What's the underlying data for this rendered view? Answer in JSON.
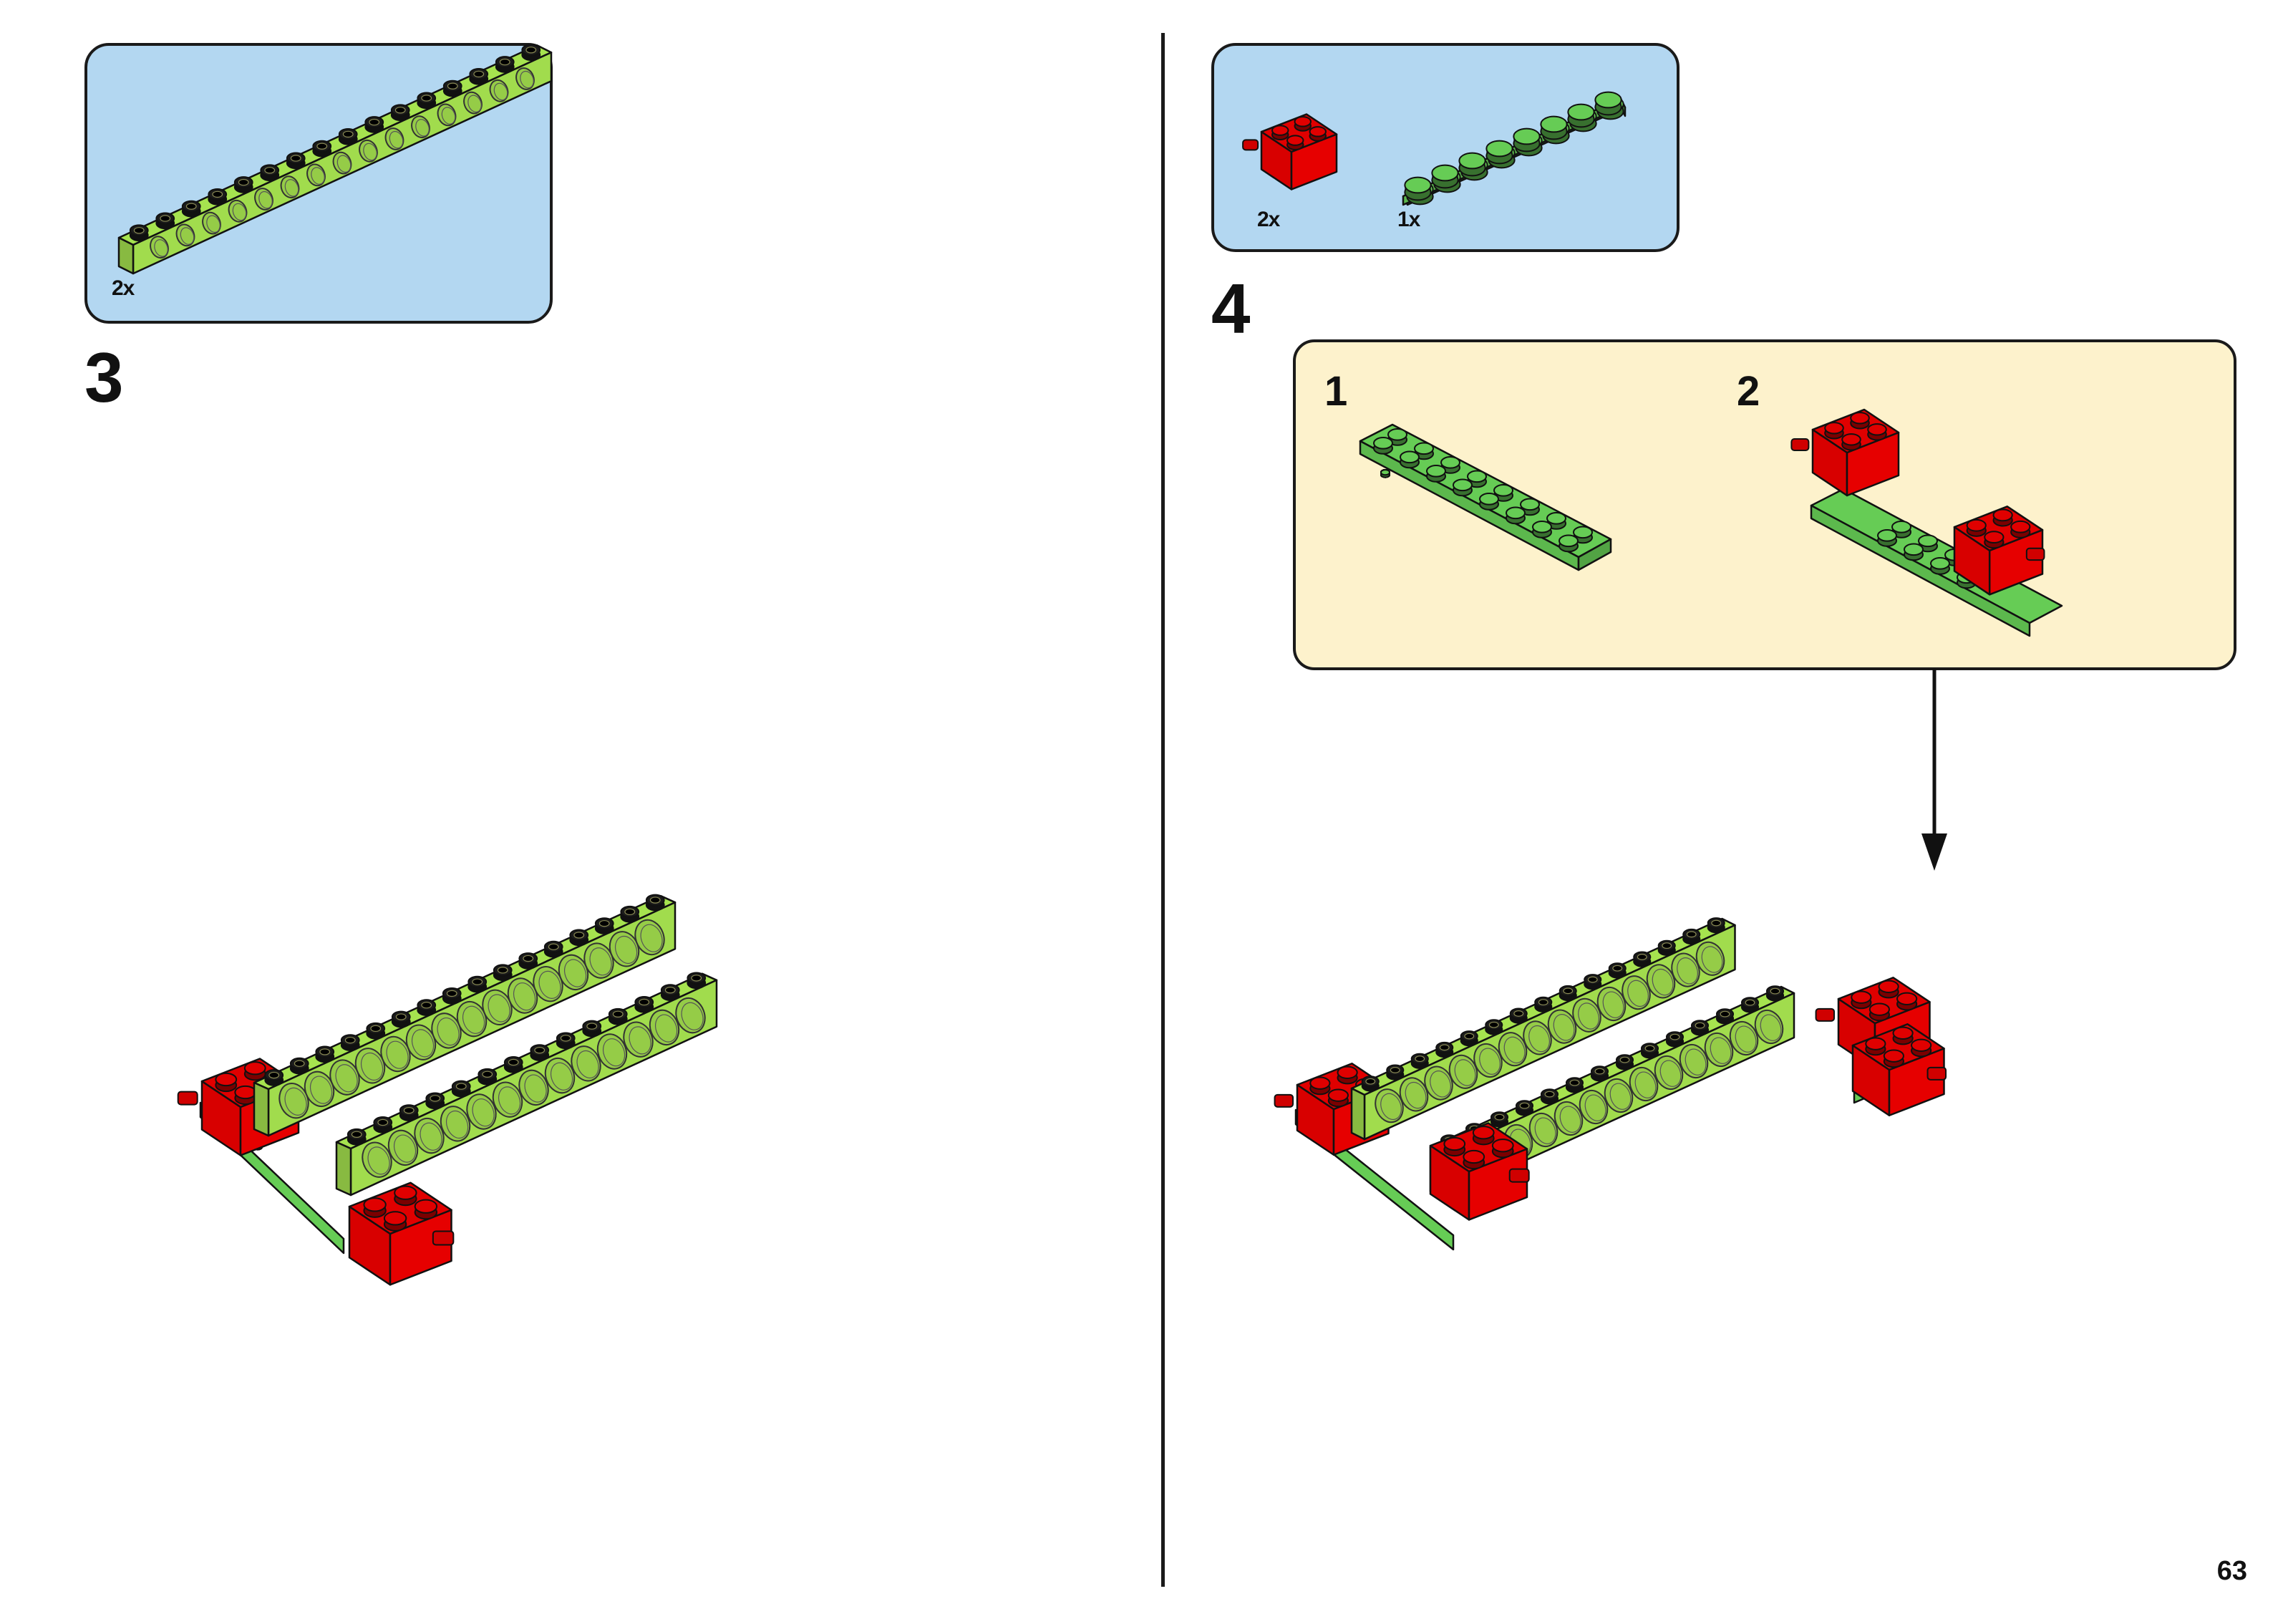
{
  "page": {
    "page_number": "63"
  },
  "steps": [
    {
      "number": "3",
      "parts": [
        {
          "name": "lime-technic-brick-1x16",
          "quantity": "2x",
          "color": "#a6e34f"
        }
      ]
    },
    {
      "number": "4",
      "parts": [
        {
          "name": "red-brick-2x2-with-pin",
          "quantity": "2x",
          "color": "#e00000"
        },
        {
          "name": "green-plate-2x8-with-holes",
          "quantity": "1x",
          "color": "#66cc55"
        }
      ],
      "substeps": [
        {
          "number": "1"
        },
        {
          "number": "2"
        }
      ]
    }
  ],
  "colors": {
    "parts_box_bg": "#b3d7f1",
    "substep_box_bg": "#fdf2cc",
    "lime": "#a6e34f",
    "green": "#66cc55",
    "red": "#e00000"
  }
}
